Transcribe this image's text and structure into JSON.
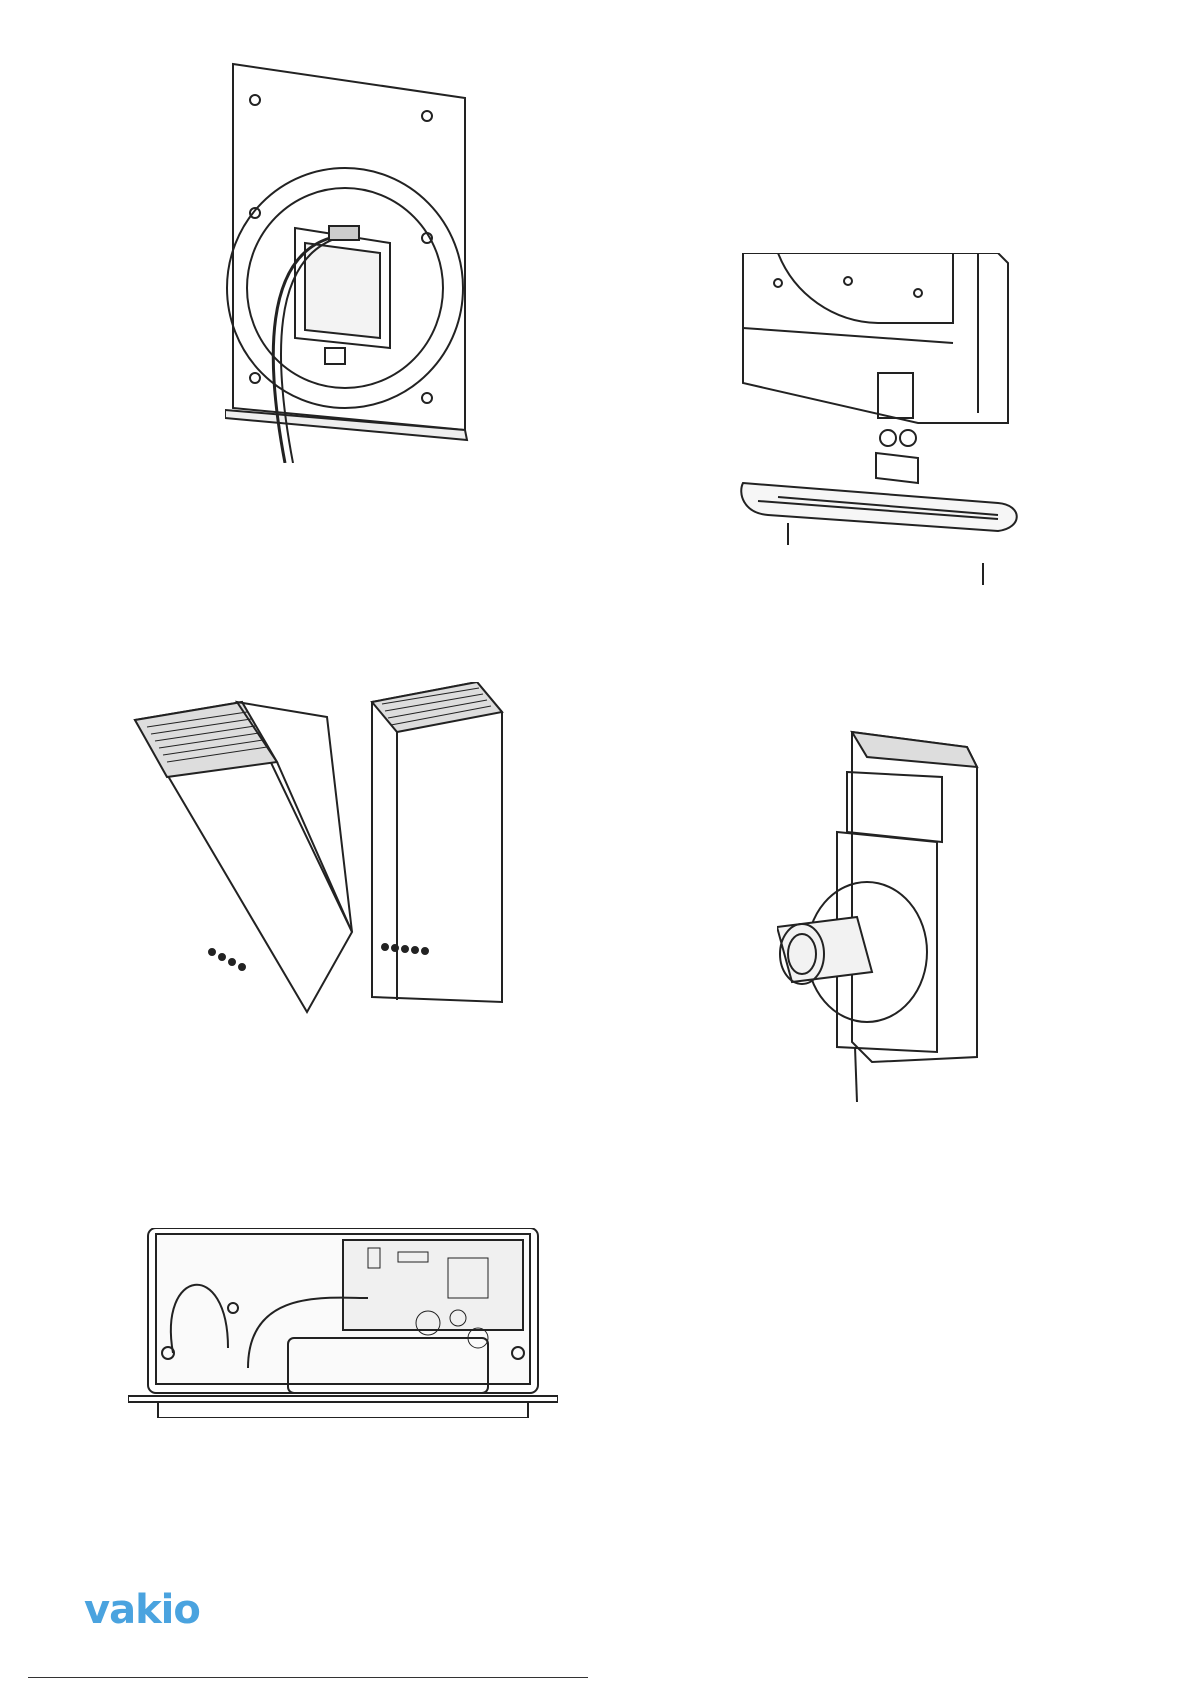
{
  "brand": {
    "name": "vakio",
    "color": "#4aa3df"
  },
  "figures": [
    {
      "id": "fig1",
      "icon": "wall-mount-plate-with-duct-and-cable"
    },
    {
      "id": "fig2",
      "icon": "bottom-cover-bracket-exploded-view"
    },
    {
      "id": "fig3",
      "icon": "housing-cover-tilt-and-closed"
    },
    {
      "id": "fig4",
      "icon": "unit-rear-view-with-duct-sleeve"
    },
    {
      "id": "fig5",
      "icon": "unit-interior-electronics-board"
    }
  ]
}
